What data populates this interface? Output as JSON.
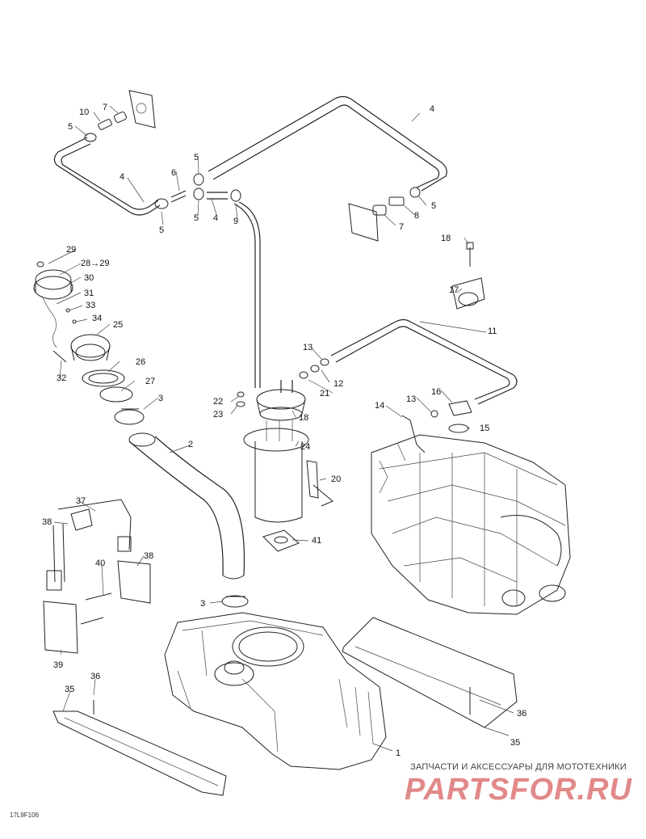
{
  "diagram": {
    "figure_code": "17L9F106",
    "watermark": {
      "tagline": "ЗАПЧАСТИ И АКСЕССУАРЫ ДЛЯ МОТОТЕХНИКИ",
      "logo": "PARTSFOR.RU"
    },
    "labels": [
      {
        "id": "l10",
        "text": "10"
      },
      {
        "id": "l7a",
        "text": "7"
      },
      {
        "id": "l5a",
        "text": "5"
      },
      {
        "id": "l4a",
        "text": "4"
      },
      {
        "id": "l4b",
        "text": "4"
      },
      {
        "id": "l5b",
        "text": "5"
      },
      {
        "id": "l6",
        "text": "6"
      },
      {
        "id": "l5c",
        "text": "5"
      },
      {
        "id": "l5d",
        "text": "5"
      },
      {
        "id": "l4c",
        "text": "4"
      },
      {
        "id": "l9",
        "text": "9"
      },
      {
        "id": "l5e",
        "text": "5"
      },
      {
        "id": "l8",
        "text": "8"
      },
      {
        "id": "l7b",
        "text": "7"
      },
      {
        "id": "l29",
        "text": "29"
      },
      {
        "id": "l28",
        "text": "28→29"
      },
      {
        "id": "l30",
        "text": "30"
      },
      {
        "id": "l31",
        "text": "31"
      },
      {
        "id": "l33",
        "text": "33"
      },
      {
        "id": "l34",
        "text": "34"
      },
      {
        "id": "l25",
        "text": "25"
      },
      {
        "id": "l18a",
        "text": "18"
      },
      {
        "id": "l17",
        "text": "17"
      },
      {
        "id": "l11",
        "text": "11"
      },
      {
        "id": "l13a",
        "text": "13"
      },
      {
        "id": "l12",
        "text": "12"
      },
      {
        "id": "l21",
        "text": "21"
      },
      {
        "id": "l32",
        "text": "32"
      },
      {
        "id": "l26",
        "text": "26"
      },
      {
        "id": "l27",
        "text": "27"
      },
      {
        "id": "l3a",
        "text": "3"
      },
      {
        "id": "l22",
        "text": "22"
      },
      {
        "id": "l23",
        "text": "23"
      },
      {
        "id": "l18b",
        "text": "18"
      },
      {
        "id": "l14",
        "text": "14"
      },
      {
        "id": "l13b",
        "text": "13"
      },
      {
        "id": "l16",
        "text": "16"
      },
      {
        "id": "l15",
        "text": "15"
      },
      {
        "id": "l2",
        "text": "2"
      },
      {
        "id": "l24",
        "text": "24"
      },
      {
        "id": "l20",
        "text": "20"
      },
      {
        "id": "l37",
        "text": "37"
      },
      {
        "id": "l38a",
        "text": "38"
      },
      {
        "id": "l41",
        "text": "41"
      },
      {
        "id": "l40",
        "text": "40"
      },
      {
        "id": "l38b",
        "text": "38"
      },
      {
        "id": "l3b",
        "text": "3"
      },
      {
        "id": "l39",
        "text": "39"
      },
      {
        "id": "l36a",
        "text": "36"
      },
      {
        "id": "l35a",
        "text": "35"
      },
      {
        "id": "l36b",
        "text": "36"
      },
      {
        "id": "l35b",
        "text": "35"
      },
      {
        "id": "l1",
        "text": "1"
      }
    ]
  }
}
